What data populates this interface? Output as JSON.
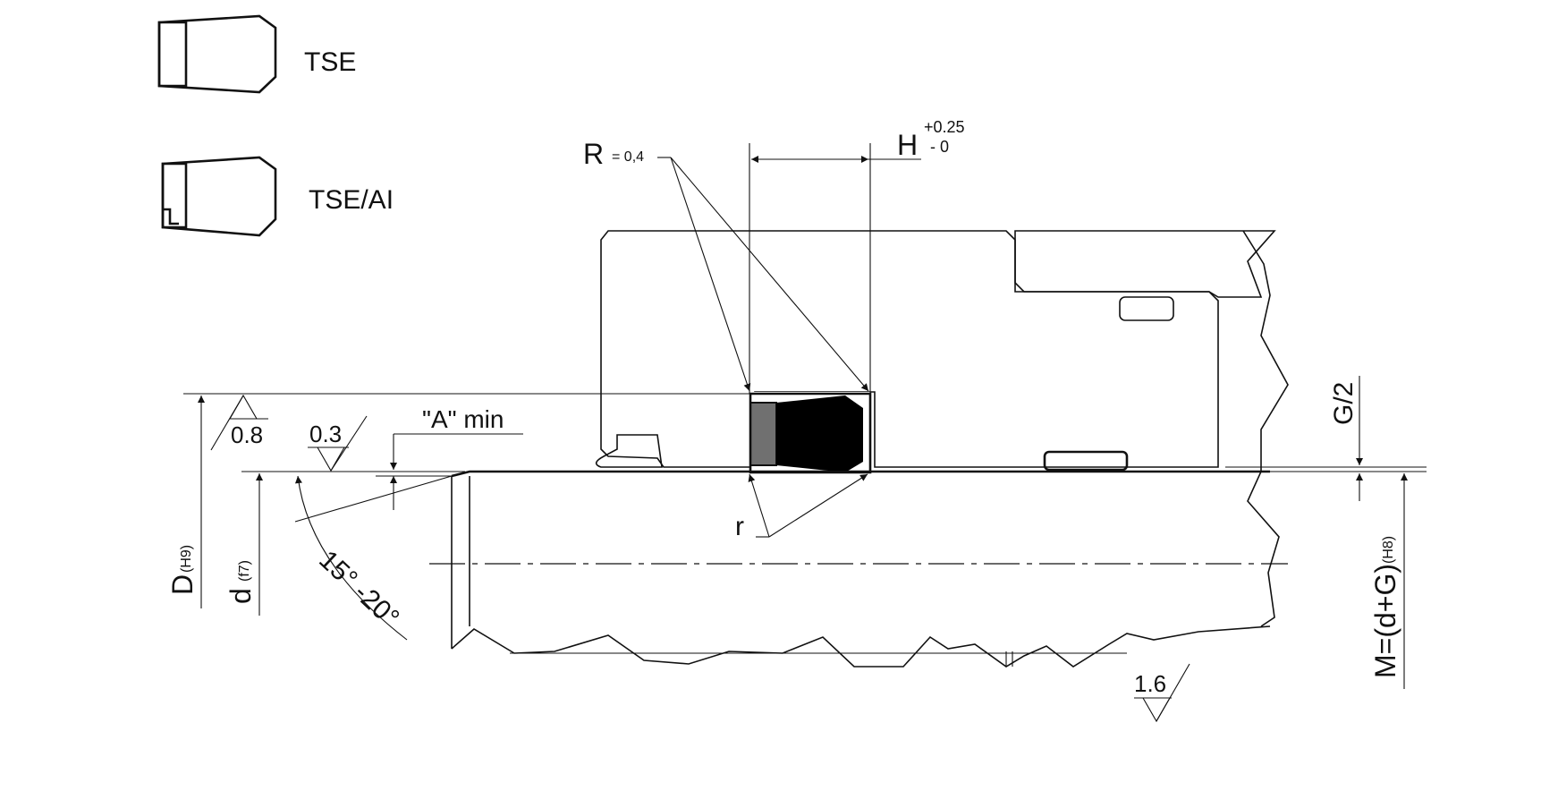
{
  "legend": {
    "items": [
      {
        "label": "TSE"
      },
      {
        "label": "TSE/AI"
      }
    ]
  },
  "dimensions": {
    "radius": {
      "symbol": "R",
      "value": "= 0,4"
    },
    "width": {
      "symbol": "H",
      "tol_upper": "+0.25",
      "tol_lower": "- 0"
    },
    "gap": {
      "label": "G/2"
    },
    "a_min": {
      "label": "\"A\" min"
    },
    "bore": {
      "symbol": "D",
      "tol": "(H9)"
    },
    "rod": {
      "symbol": "d",
      "tol": "(f7)"
    },
    "chamfer_angle": {
      "label": "15° -20°"
    },
    "corner": {
      "label": "r"
    },
    "mount": {
      "label": "M=(d+G)",
      "tol": "(H8)"
    }
  },
  "surface_finish": {
    "bore": "0.8",
    "chamfer": "0.3",
    "rod": "1.6"
  },
  "colors": {
    "line": "#111111",
    "seal_body": "#000000",
    "seal_insert": "#707070"
  }
}
